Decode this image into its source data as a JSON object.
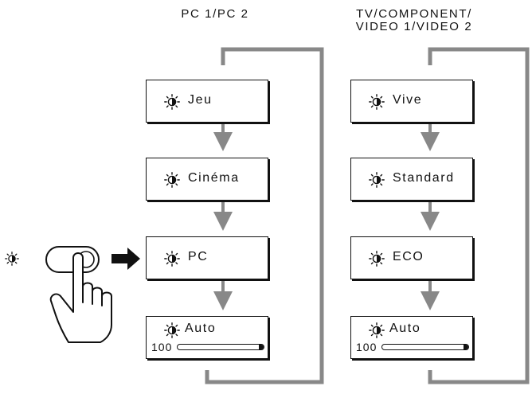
{
  "columns": [
    {
      "title": "PC 1/PC 2",
      "modes": [
        "Jeu",
        "Cinéma",
        "PC"
      ],
      "auto": {
        "label": "Auto",
        "value_text": "100",
        "level": 1.0
      }
    },
    {
      "title": "TV/COMPONENT/\nVIDEO 1/VIDEO 2",
      "modes": [
        "Vive",
        "Standard",
        "ECO"
      ],
      "auto": {
        "label": "Auto",
        "value_text": "100",
        "level": 1.0
      }
    }
  ],
  "icons": {
    "mode_box": "brightness-half-icon",
    "remote_key": "brightness-half-icon",
    "hand": "pointing-hand-icon",
    "forward_arrow": "arrow-right-icon"
  },
  "colors": {
    "flow_line": "#888888",
    "ink": "#111111"
  }
}
